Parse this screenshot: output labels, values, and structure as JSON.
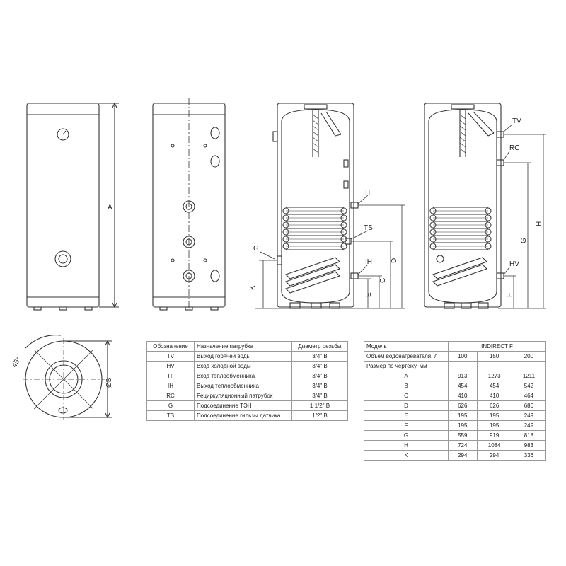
{
  "labels": {
    "dim_a": "A",
    "dim_b": "ØB",
    "dim_d": "D",
    "dim_c": "C",
    "dim_e": "E",
    "dim_k": "K",
    "dim_g": "G",
    "dim_h": "H",
    "dim_f": "F",
    "angle": "45°",
    "tv": "TV",
    "rc": "RC",
    "it": "IT",
    "ts": "TS",
    "ih": "IH",
    "g": "G",
    "hv": "HV"
  },
  "connections_table": {
    "headers": [
      "Обозначение",
      "Назначение патрубка",
      "Диаметр резьбы"
    ],
    "rows": [
      [
        "TV",
        "Выход горячей воды",
        "3/4\" В"
      ],
      [
        "HV",
        "Вход холодной воды",
        "3/4\" В"
      ],
      [
        "IT",
        "Вход теплообменника",
        "3/4\" В"
      ],
      [
        "IH",
        "Выход теплообменника",
        "3/4\" В"
      ],
      [
        "RC",
        "Рециркуляционный патрубок",
        "3/4\" В"
      ],
      [
        "G",
        "Подсоединение ТЭН",
        "1 1/2\" В"
      ],
      [
        "TS",
        "Подсоединение гильзы датчика",
        "1/2\" В"
      ]
    ]
  },
  "dimensions_table": {
    "model_label": "Модель",
    "model_name": "INDIRECT F",
    "volume_label": "Объём водонагревателя, л",
    "volumes": [
      "100",
      "150",
      "200"
    ],
    "size_label": "Размер по чертежу, мм",
    "rows": [
      [
        "A",
        "913",
        "1273",
        "1211"
      ],
      [
        "B",
        "454",
        "454",
        "542"
      ],
      [
        "C",
        "410",
        "410",
        "464"
      ],
      [
        "D",
        "626",
        "626",
        "680"
      ],
      [
        "E",
        "195",
        "195",
        "249"
      ],
      [
        "F",
        "195",
        "195",
        "249"
      ],
      [
        "G",
        "559",
        "919",
        "818"
      ],
      [
        "H",
        "724",
        "1084",
        "983"
      ],
      [
        "K",
        "294",
        "294",
        "336"
      ]
    ]
  }
}
